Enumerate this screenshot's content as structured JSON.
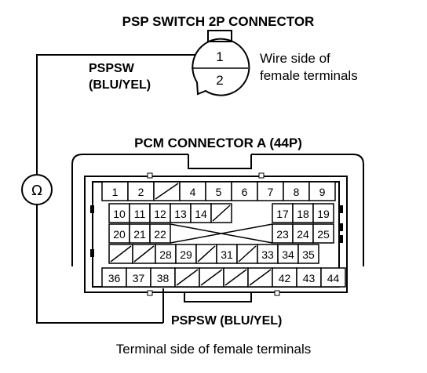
{
  "psp_connector": {
    "title": "PSP SWITCH 2P CONNECTOR",
    "pins": [
      "1",
      "2"
    ],
    "wire_label_line1": "PSPSW",
    "wire_label_line2": "(BLU/YEL)",
    "side_note_line1": "Wire side of",
    "side_note_line2": "female terminals"
  },
  "pcm_connector": {
    "title": "PCM CONNECTOR A (44P)",
    "row1": [
      "1",
      "2",
      "",
      "4",
      "5",
      "6",
      "7",
      "8",
      "9"
    ],
    "row2": [
      "10",
      "11",
      "12",
      "13",
      "14",
      "",
      "17",
      "18",
      "19"
    ],
    "row3": [
      "20",
      "21",
      "22",
      "",
      "",
      "",
      "23",
      "24",
      "25"
    ],
    "row4": [
      "",
      "",
      "28",
      "29",
      "",
      "31",
      "",
      "33",
      "34",
      "35"
    ],
    "row5": [
      "36",
      "37",
      "38",
      "",
      "",
      "",
      "",
      "42",
      "43",
      "44"
    ],
    "wire_label": "PSPSW (BLU/YEL)",
    "caption": "Terminal side of female terminals"
  },
  "meter": {
    "symbol": "Ω",
    "icon": "ohmmeter-icon"
  }
}
